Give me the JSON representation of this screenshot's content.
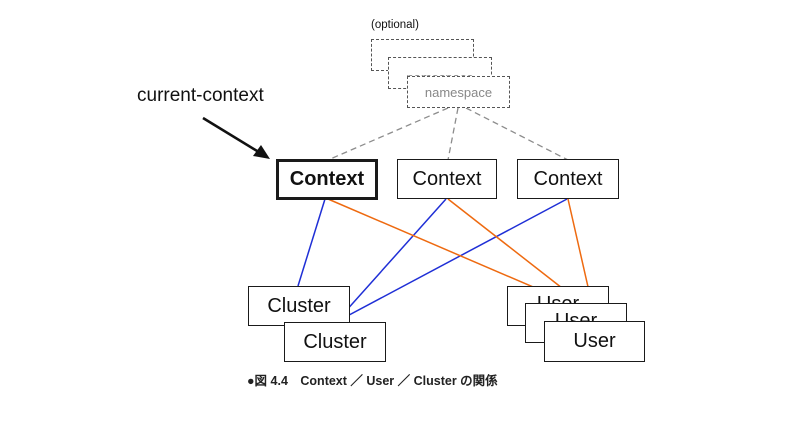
{
  "diagram": {
    "optional_label": "(optional)",
    "namespace_label": "namespace",
    "current_context_label": "current-context",
    "contexts": [
      "Context",
      "Context",
      "Context"
    ],
    "clusters": [
      "Cluster",
      "Cluster"
    ],
    "user_label": "User",
    "caption": "●図 4.4　Context ／ User ／ Cluster の関係",
    "colors": {
      "cluster_link": "#1f2fd6",
      "user_link": "#ee6a10",
      "namespace_link": "#8c8c8c"
    }
  }
}
